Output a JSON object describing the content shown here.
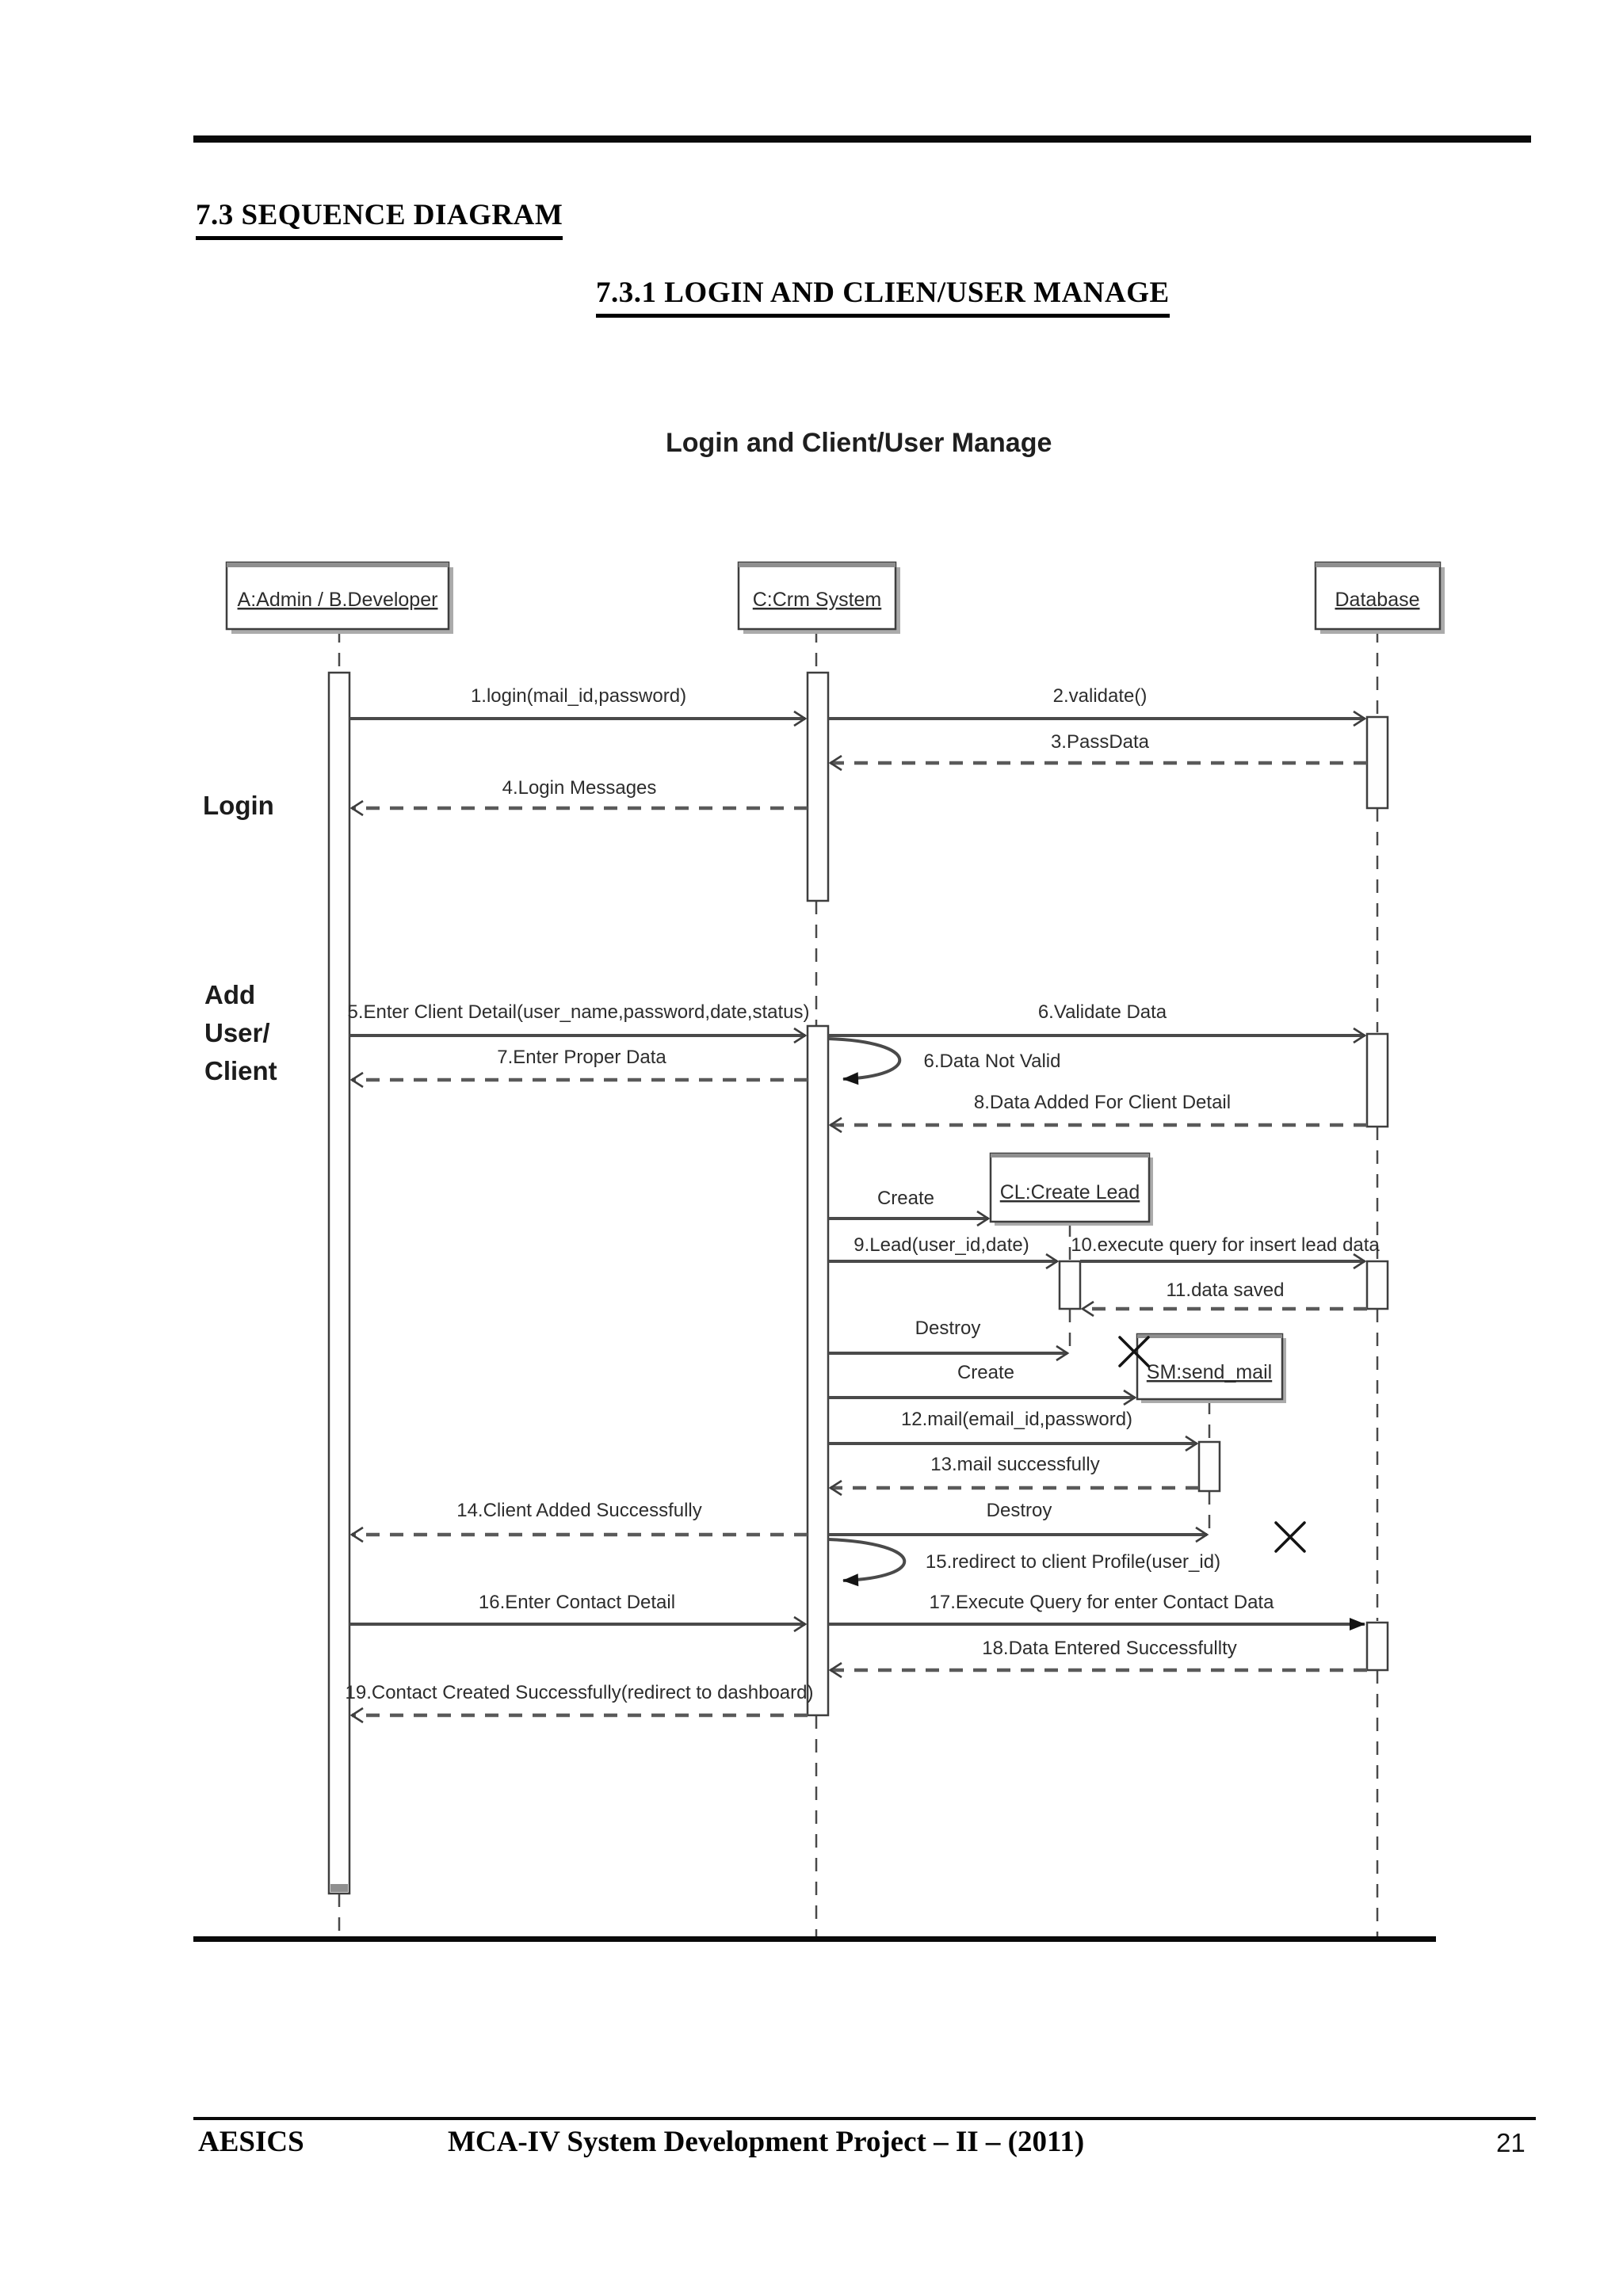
{
  "page": {
    "heading1": "7.3 SEQUENCE DIAGRAM",
    "heading2": "7.3.1 LOGIN AND CLIEN/USER MANAGE",
    "footer_left": "AESICS",
    "footer_center": "MCA-IV System Development Project – II – (2011)",
    "page_number": "21"
  },
  "diagram": {
    "title": "Login and Client/User Manage",
    "section_labels": {
      "login": "Login",
      "add_line1": "Add",
      "add_line2": "User/",
      "add_line3": "Client"
    },
    "actors": [
      {
        "label": "A:Admin / B.Developer"
      },
      {
        "label": "C:Crm System"
      },
      {
        "label": "Database"
      }
    ],
    "objects": [
      {
        "label": "CL:Create Lead"
      },
      {
        "label": "SM:send_mail"
      }
    ],
    "messages": [
      {
        "label": "1.login(mail_id,password)"
      },
      {
        "label": "2.validate()"
      },
      {
        "label": "3.PassData"
      },
      {
        "label": "4.Login Messages"
      },
      {
        "label": "5.Enter Client Detail(user_name,password,date,status)"
      },
      {
        "label": "6.Validate Data"
      },
      {
        "label": "6.Data Not Valid"
      },
      {
        "label": "7.Enter Proper Data"
      },
      {
        "label": "8.Data Added For Client Detail"
      },
      {
        "label": "Create"
      },
      {
        "label": "9.Lead(user_id,date)"
      },
      {
        "label": "10.execute query for insert lead data"
      },
      {
        "label": "11.data saved"
      },
      {
        "label": "Destroy"
      },
      {
        "label": "Create"
      },
      {
        "label": "12.mail(email_id,password)"
      },
      {
        "label": "13.mail successfully"
      },
      {
        "label": "14.Client Added Successfully"
      },
      {
        "label": "Destroy"
      },
      {
        "label": "15.redirect to client Profile(user_id)"
      },
      {
        "label": "16.Enter Contact Detail"
      },
      {
        "label": "17.Execute Query for enter Contact Data"
      },
      {
        "label": "18.Data Entered Successfullty"
      },
      {
        "label": "19.Contact Created Successfully(redirect to dashboard)"
      }
    ]
  }
}
